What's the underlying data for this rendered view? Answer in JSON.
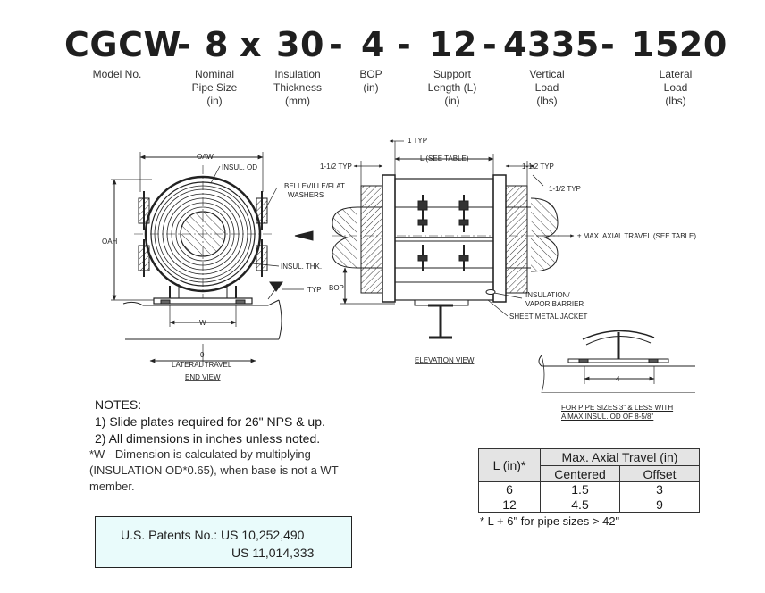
{
  "model": {
    "parts": [
      "CGCW",
      "-",
      "8",
      "x",
      "30",
      "-",
      "4",
      "-",
      "12",
      "-",
      "4335",
      "-",
      "1520"
    ],
    "labels": {
      "model_no": "Model No.",
      "nominal": "Nominal\nPipe Size\n(in)",
      "insulation": "Insulation\nThickness\n(mm)",
      "bop": "BOP\n(in)",
      "support": "Support\nLength (L)\n(in)",
      "vertical": "Vertical\nLoad\n(lbs)",
      "lateral": "Lateral\nLoad\n(lbs)"
    }
  },
  "drawing": {
    "end_view": {
      "oaw": "OAW",
      "insul_od": "INSUL. OD",
      "belleville_1": "BELLEVILLE/FLAT",
      "belleville_2": "WASHERS",
      "oah": "OAH",
      "insul_thk": "INSUL. THK.",
      "typ": "TYP",
      "w": "W",
      "zero": "0",
      "lateral_travel": "LATERAL TRAVEL",
      "caption": "END VIEW"
    },
    "elevation_view": {
      "one_typ": "1 TYP",
      "l_see_table": "L (SEE TABLE)",
      "one_half_typ_left": "1-1/2 TYP",
      "one_half_typ_right": "1-1/2 TYP",
      "one_half_typ_right2": "1-1/2 TYP",
      "axial_travel": "± MAX. AXIAL TRAVEL (SEE TABLE)",
      "bop": "BOP",
      "insul_vapor_1": "INSULATION/",
      "insul_vapor_2": "VAPOR BARRIER",
      "sheet_metal": "SHEET METAL JACKET",
      "caption": "ELEVATION VIEW"
    },
    "small_view": {
      "dim": "4",
      "caption_1": "FOR PIPE SIZES 3\" & LESS WITH",
      "caption_2": "A MAX INSUL. OD OF 8-5/8\""
    }
  },
  "notes": {
    "title": "NOTES:",
    "items": [
      "1) Slide plates required for 26\" NPS & up.",
      "2) All dimensions in inches unless noted."
    ],
    "w_note": [
      "*W - Dimension is calculated by multiplying",
      "(INSULATION OD*0.65), when base is not a WT",
      "member."
    ]
  },
  "patents": {
    "line1": "U.S. Patents No.: US 10,252,490",
    "line2": "US 11,014,333"
  },
  "travel_table": {
    "col_l": "L (in)*",
    "col_group": "Max. Axial Travel (in)",
    "col_centered": "Centered",
    "col_offset": "Offset",
    "rows": [
      {
        "l": "6",
        "centered": "1.5",
        "offset": "3"
      },
      {
        "l": "12",
        "centered": "4.5",
        "offset": "9"
      }
    ],
    "footnote": "* L + 6\" for pipe sizes > 42\""
  }
}
